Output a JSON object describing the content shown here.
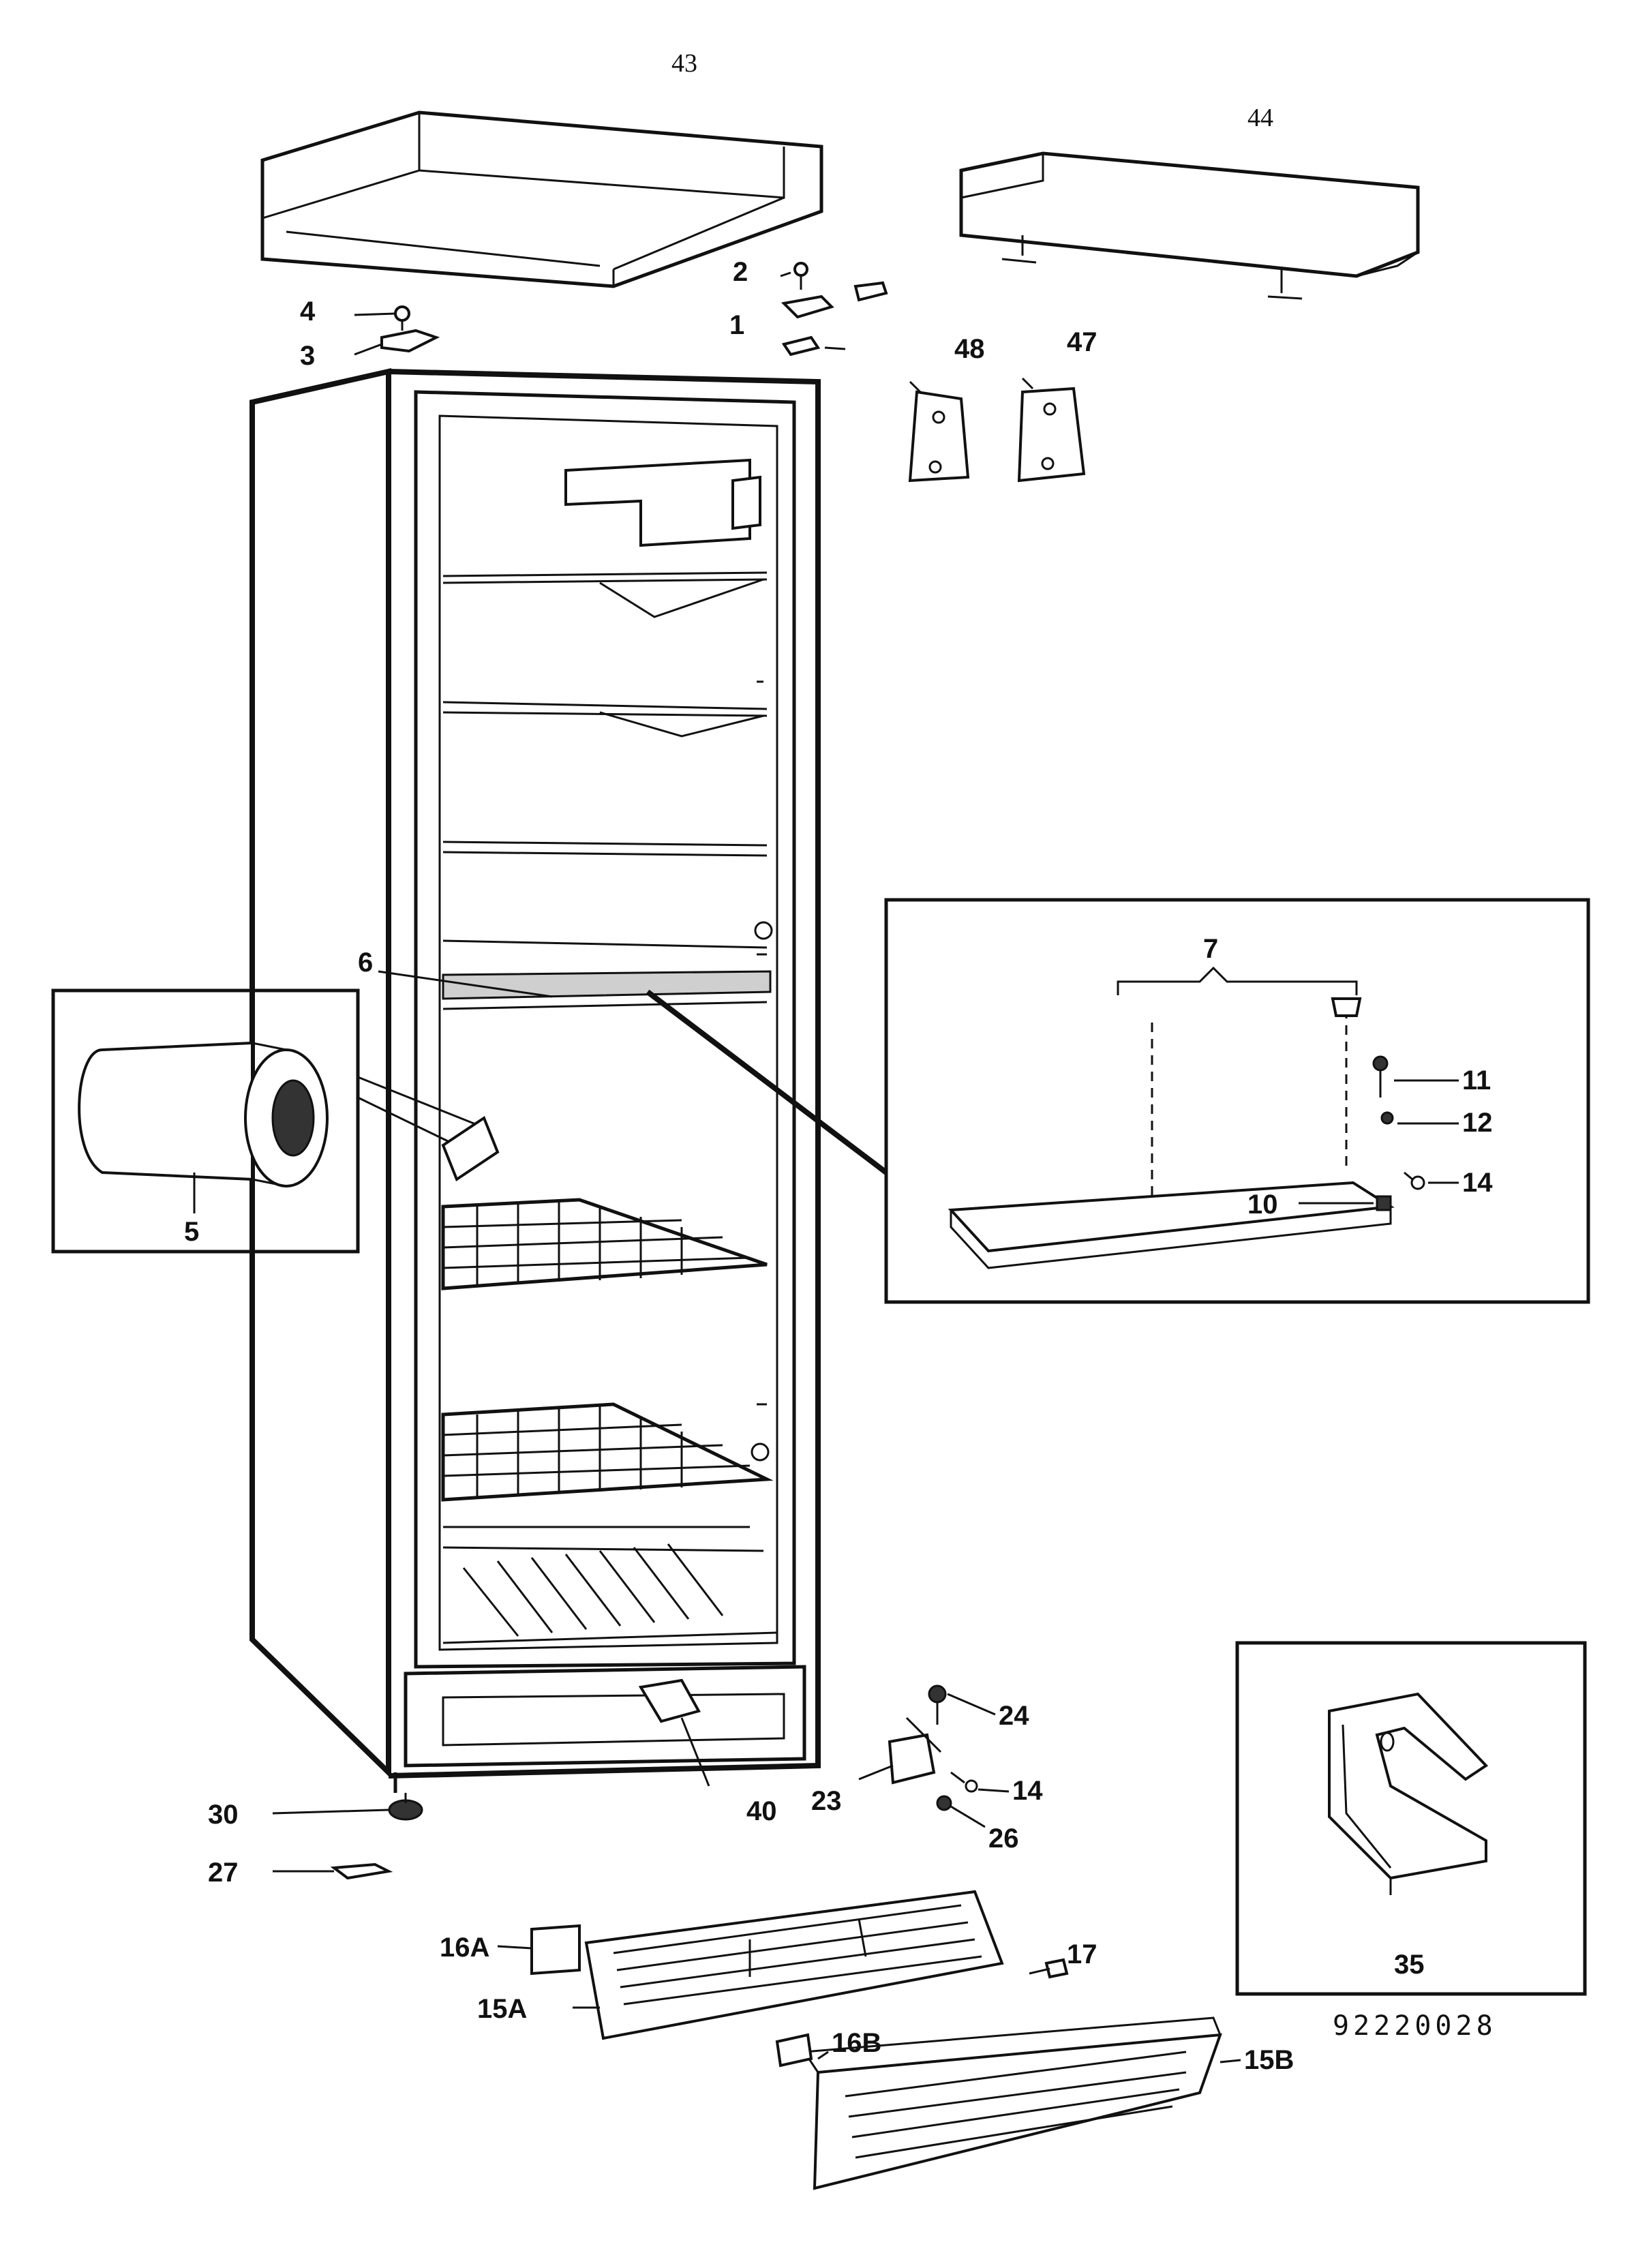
{
  "page_number": "43",
  "page_number_secondary": "44",
  "drawing_number": "92220028",
  "callouts": {
    "c1": "1",
    "c2": "2",
    "c3": "3",
    "c4": "4",
    "c5": "5",
    "c6": "6",
    "c7": "7",
    "c10": "10",
    "c11": "11",
    "c12": "12",
    "c14a": "14",
    "c14b": "14",
    "c15a": "15A",
    "c15b": "15B",
    "c16a": "16A",
    "c16b": "16B",
    "c17": "17",
    "c23": "23",
    "c24": "24",
    "c26": "26",
    "c27": "27",
    "c30": "30",
    "c35": "35",
    "c40": "40",
    "c47": "47",
    "c48": "48"
  }
}
